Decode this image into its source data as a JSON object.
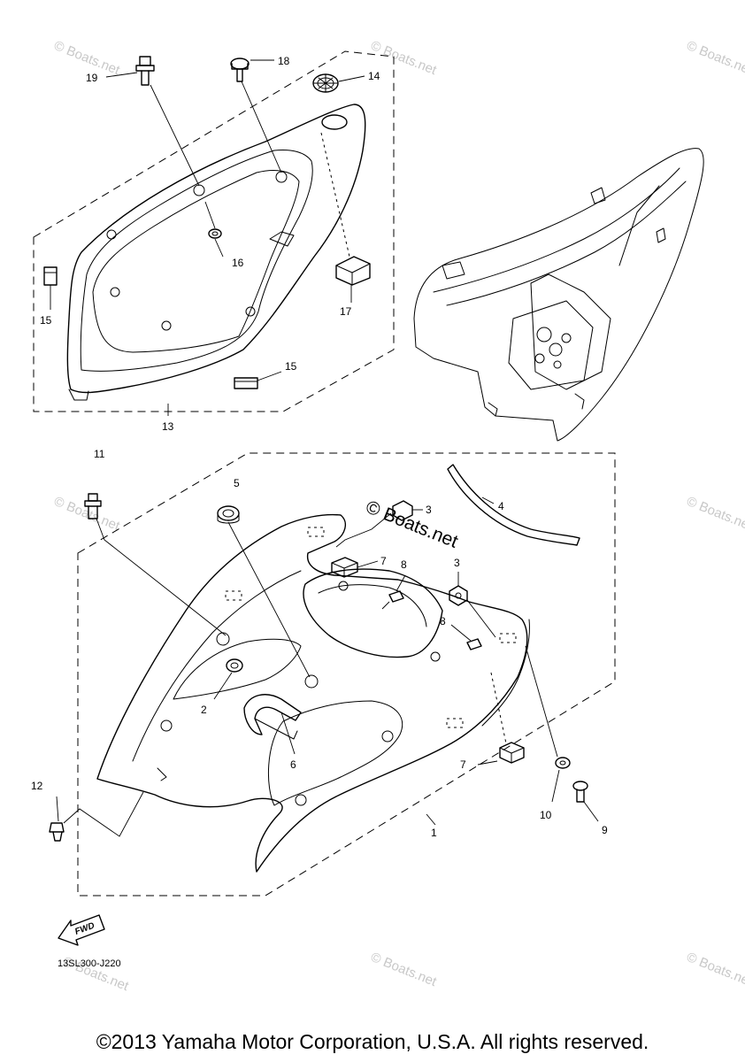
{
  "callouts": {
    "c1": "1",
    "c2": "2",
    "c3a": "3",
    "c3b": "3",
    "c4": "4",
    "c5": "5",
    "c6": "6",
    "c7a": "7",
    "c7b": "7",
    "c8a": "8",
    "c8b": "8",
    "c9": "9",
    "c10": "10",
    "c11": "11",
    "c12": "12",
    "c13": "13",
    "c14": "14",
    "c15a": "15",
    "c15b": "15",
    "c16": "16",
    "c17": "17",
    "c18": "18",
    "c19": "19"
  },
  "diagram_code": "13SL300-J220",
  "fwd_label": "FWD",
  "watermark": "© Boats.net",
  "copyright": "©2013 Yamaha Motor Corporation, U.S.A. All rights reserved."
}
